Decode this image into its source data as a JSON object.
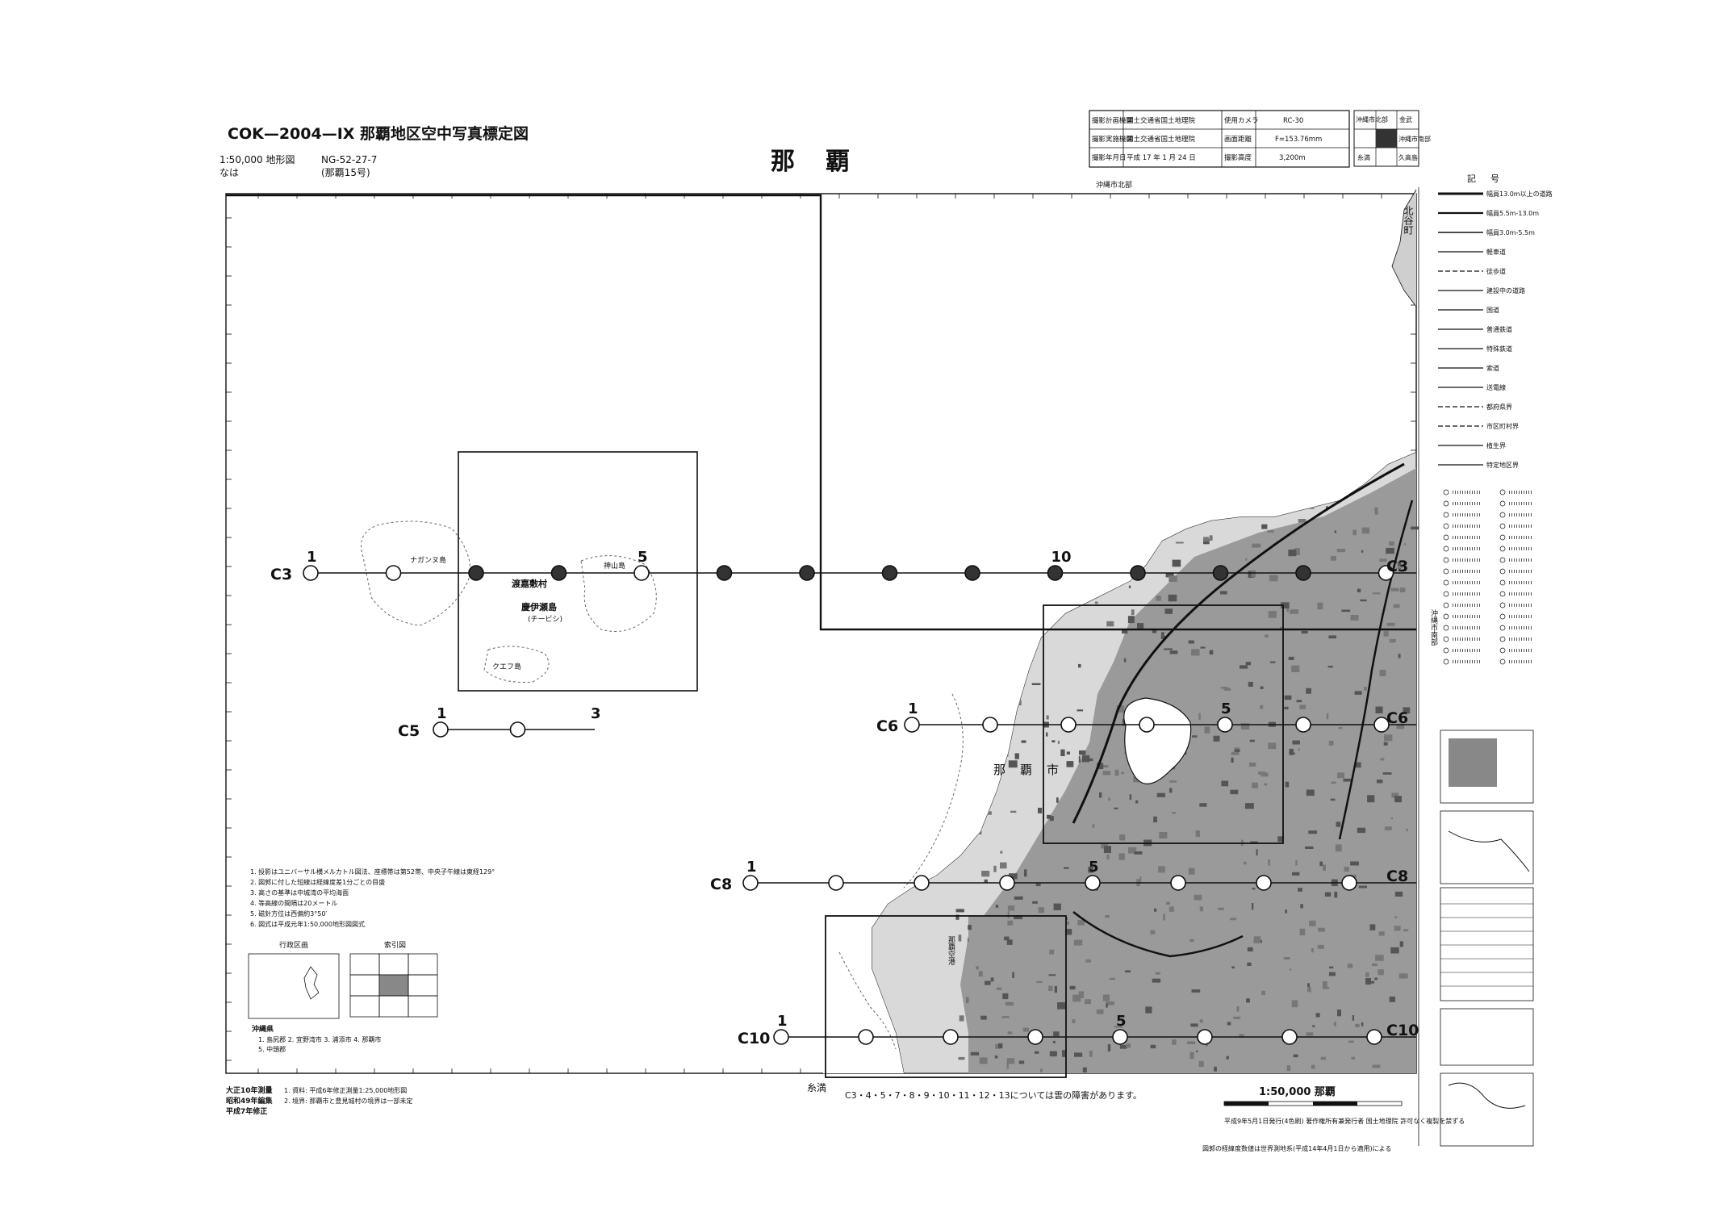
{
  "colors": {
    "ink": "#111111",
    "paper": "#ffffff",
    "urban_fill": "#9a9a9a",
    "urban_dark": "#555555",
    "hatched_photo": "#333333",
    "coast_dash": "#666666"
  },
  "header": {
    "title": "COK—2004—ⅠX 那覇地区空中写真標定図",
    "map_series": "1:50,000 地形図",
    "sheet_code": "NG-52-27-7",
    "sheet_reading": "なは",
    "sheet_number": "(那覇15号)",
    "big_title": "那覇"
  },
  "info_table": {
    "rows": [
      {
        "label": "撮影計画機関",
        "value": "国土交通省国土地理院",
        "label2": "使用カメラ",
        "value2": "RC-30"
      },
      {
        "label": "撮影実施機関",
        "value": "国土交通省国土地理院",
        "label2": "画面距離",
        "value2": "F=153.76mm"
      },
      {
        "label": "撮影年月日",
        "value": "平成 17 年 1 月 24 日",
        "label2": "撮影高度",
        "value2": "3,200m"
      }
    ]
  },
  "adjacent_index": {
    "cells": [
      "沖縄市北部",
      "金武",
      "",
      "沖縄市南部",
      "糸満",
      "久高島"
    ]
  },
  "margin_labels": {
    "top_right": "沖縄市北部",
    "right_middle": "沖縄市南部",
    "bottom_center": "糸満",
    "right_top_town": "北谷町"
  },
  "flight_lines": [
    {
      "name": "C3",
      "numbers": [
        "1",
        "5",
        "10"
      ],
      "end_label": "C3"
    },
    {
      "name": "C5",
      "numbers": [
        "1",
        "3"
      ],
      "end_label": ""
    },
    {
      "name": "C6",
      "numbers": [
        "1",
        "5"
      ],
      "end_label": "C6"
    },
    {
      "name": "C8",
      "numbers": [
        "1",
        "5"
      ],
      "end_label": "C8"
    },
    {
      "name": "C10",
      "numbers": [
        "1",
        "5"
      ],
      "end_label": "C10"
    }
  ],
  "places": {
    "nagannu": "ナガンヌ島",
    "tokashiki": "渡嘉敷村",
    "kamiyama": "神山島",
    "keise": "慶伊瀬島",
    "keise_reading": "(チービシ)",
    "kuefu": "クエフ島",
    "naha_city": "那覇市",
    "naha_airport": "那覇空港"
  },
  "notes": [
    "1. 投影はユニバーサル横メルカトル図法、座標帯は第52帯、中央子午線は東経129°",
    "2. 図郭に付した短線は経緯度差1分ごとの目盛",
    "3. 高さの基準は中城湾の平均海面",
    "4. 等高線の間隔は20メートル",
    "5. 磁針方位は西偏約3°50′",
    "6. 図式は平成元年1:50,000地形図図式"
  ],
  "admin": {
    "title_admin": "行政区画",
    "title_index": "索引図",
    "prefecture": "沖縄県",
    "list1": "1. 島尻郡  2. 宜野湾市  3. 浦添市  4. 那覇市",
    "list2": "5. 中頭郡"
  },
  "survey_history": [
    "大正10年測量",
    "昭和49年編集",
    "平成7年修正"
  ],
  "history_notes": [
    "1. 資料: 平成6年修正測量1:25,000地形図",
    "2. 境界: 那覇市と豊見城村の境界は一部未定"
  ],
  "bottom_note": "C3・4・5・7・8・9・10・11・12・13については雲の障害があります。",
  "scale_label": "1:50,000 那覇",
  "publisher_line": "平成9年5月1日発行(4色刷) 著作権所有兼発行者 国土地理院 許可なく複製を禁ずる",
  "geodetic_note": "図郭の経緯度数値は世界測地系(平成14年4月1日から適用)による",
  "legend": {
    "title": "記号",
    "items": [
      "幅員13.0m以上の道路",
      "幅員5.5m-13.0m",
      "幅員3.0m-5.5m",
      "軽車道",
      "徒歩道",
      "建設中の道路",
      "国道",
      "普通鉄道",
      "特殊鉄道",
      "索道",
      "送電線",
      "都府県界",
      "市区町村界",
      "植生界",
      "特定地区界"
    ]
  }
}
